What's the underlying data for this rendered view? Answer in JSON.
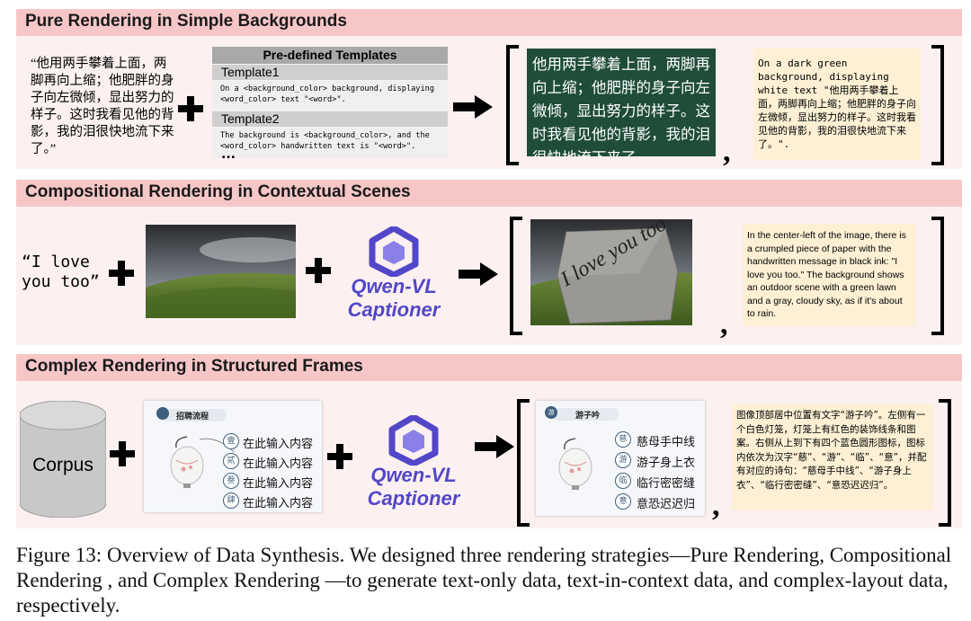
{
  "sections": {
    "pure": {
      "title": "Pure Rendering in Simple Backgrounds",
      "input_text": "“他用两手攀着上面，两脚再向上缩；他肥胖的身子向左微倾，显出努力的样子。这时我看见他的背影，我的泪很快地流下来了。”",
      "templates_header": "Pre-defined Templates",
      "templates": [
        {
          "name": "Template1",
          "text": "On a <background_color> background, displaying <word_color> text \"<word>\"."
        },
        {
          "name": "Template2",
          "text": "The background is <background_color>, and the <word_color> handwritten text is \"<word>\"."
        }
      ],
      "templates_more": "...",
      "rendered_text": "他用两手攀着上面，两脚再向上缩；他肥胖的身子向左微倾，显出努力的样子。这时我看见他的背影，我的泪很快地流下来了。",
      "rendered_bg_color": "#1f4d3a",
      "output_caption": "On a dark green background, displaying white text \"他用两手攀着上面，两脚再向上缩；他肥胖的身子向左微倾，显出努力的样子。这时我看见他的背影，我的泪很快地流下来了。\"."
    },
    "compositional": {
      "title": "Compositional Rendering in Contextual Scenes",
      "input_text": "“I love you too”",
      "captioner_name": "Qwen-VL Captioner",
      "paper_text": "I love you too",
      "output_caption": "In the center-left of the image, there is a crumpled piece of paper with the handwritten message in black ink: \"I love you too.\" The background shows an outdoor scene with a green lawn and a gray, cloudy sky, as if it's about to rain."
    },
    "complex": {
      "title": "Complex Rendering in Structured Frames",
      "corpus_label": "Corpus",
      "template_title": "招聘流程",
      "template_items": [
        "在此输入内容",
        "在此输入内容",
        "在此输入内容",
        "在此输入内容"
      ],
      "template_badges": [
        "壹",
        "贰",
        "叁",
        "肆"
      ],
      "captioner_name": "Qwen-VL Captioner",
      "filled_title": "游子吟",
      "filled_badge_title": "游",
      "filled_items": [
        "慈母手中线",
        "游子身上衣",
        "临行密密缝",
        "意恐迟迟归"
      ],
      "filled_badges": [
        "慈",
        "游",
        "临",
        "意"
      ],
      "output_caption": "图像顶部居中位置有文字“游子吟”。左侧有一个白色灯笼，灯笼上有红色的装饰线条和图案。右侧从上到下有四个蓝色圆形图标，图标内依次为汉字“慈”、“游”、“临”、“意”，并配有对应的诗句：“慈母手中线”、“游子身上衣”、“临行密密缝”、“意恐迟迟归”。"
    }
  },
  "separator": ",",
  "figure_caption": "Figure 13: Overview of Data Synthesis. We designed three rendering strategies—Pure Rendering, Compositional Rendering , and Complex Rendering —to generate text-only data, text-in-context data, and complex-layout data, respectively.",
  "colors": {
    "panel_bg": "#fdf0f0",
    "panel_header": "#f7c7c7",
    "desc_box": "#fdf0d4",
    "qwen_purple": "#5247c8",
    "badge_blue": "#3e5f7d"
  }
}
